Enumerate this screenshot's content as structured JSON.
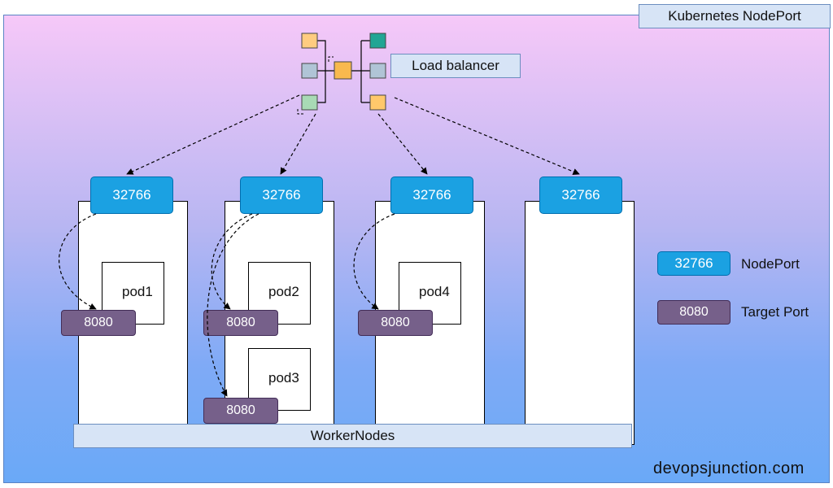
{
  "title": "Kubernetes NodePort",
  "load_balancer": {
    "label": "Load balancer",
    "icon": "load-balancer-icon"
  },
  "node_port": "32766",
  "target_port": "8080",
  "pods": [
    "pod1",
    "pod2",
    "pod3",
    "pod4"
  ],
  "workers_label": "WorkerNodes",
  "legend": {
    "nodeport_label": "NodePort",
    "targetport_label": "Target Port"
  },
  "brand": "devopsjunction.com",
  "colors": {
    "nodeport_fill": "#1ba1e2",
    "targetport_fill": "#76608a",
    "label_box_fill": "#d7e4f6",
    "background_top": "#f6c8f8",
    "background_bottom": "#6aa9f7"
  }
}
